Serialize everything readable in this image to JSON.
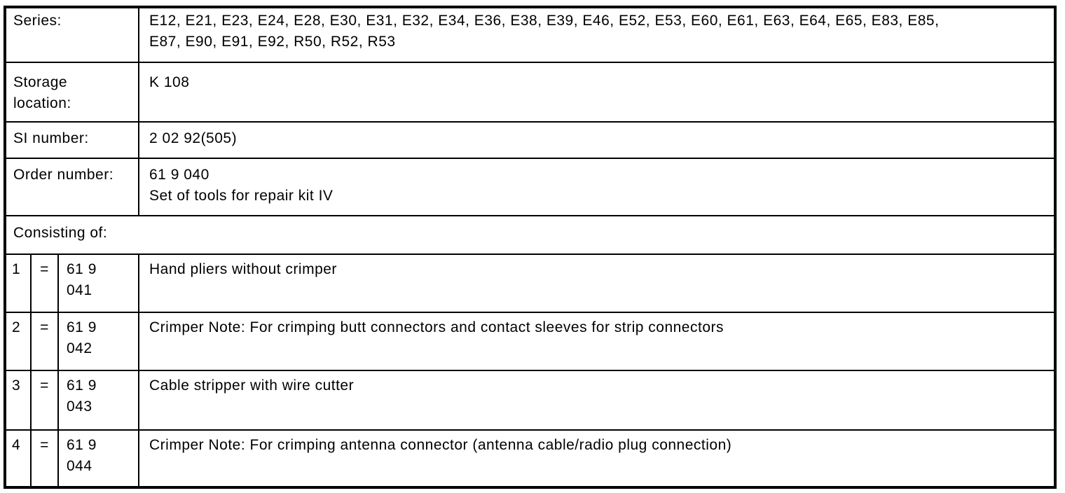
{
  "document": {
    "info_rows": [
      {
        "label": "Series:",
        "value": "E12, E21, E23, E24, E28, E30, E31, E32, E34, E36, E38, E39, E46, E52, E53, E60, E61, E63, E64, E65, E83, E85,\nE87, E90, E91, E92, R50, R52, R53"
      },
      {
        "label": "Storage\nlocation:",
        "value": "K 108"
      },
      {
        "label": "SI number:",
        "value": "2 02 92(505)"
      },
      {
        "label": "Order number:",
        "value": "61 9 040\nSet of tools for repair kit IV"
      }
    ],
    "section_header": "Consisting of:",
    "items": [
      {
        "index": "1",
        "equals": "=",
        "part_number": "61 9\n041",
        "description": "Hand pliers without crimper"
      },
      {
        "index": "2",
        "equals": "=",
        "part_number": "61 9\n042",
        "description": "Crimper Note: For crimping butt connectors and contact sleeves for strip connectors"
      },
      {
        "index": "3",
        "equals": "=",
        "part_number": "61 9\n043",
        "description": "Cable stripper with wire cutter"
      },
      {
        "index": "4",
        "equals": "=",
        "part_number": "61 9\n044",
        "description": "Crimper Note: For crimping antenna connector (antenna cable/radio plug connection)"
      }
    ],
    "colors": {
      "border": "#000000",
      "text": "#000000",
      "background": "#ffffff"
    }
  }
}
